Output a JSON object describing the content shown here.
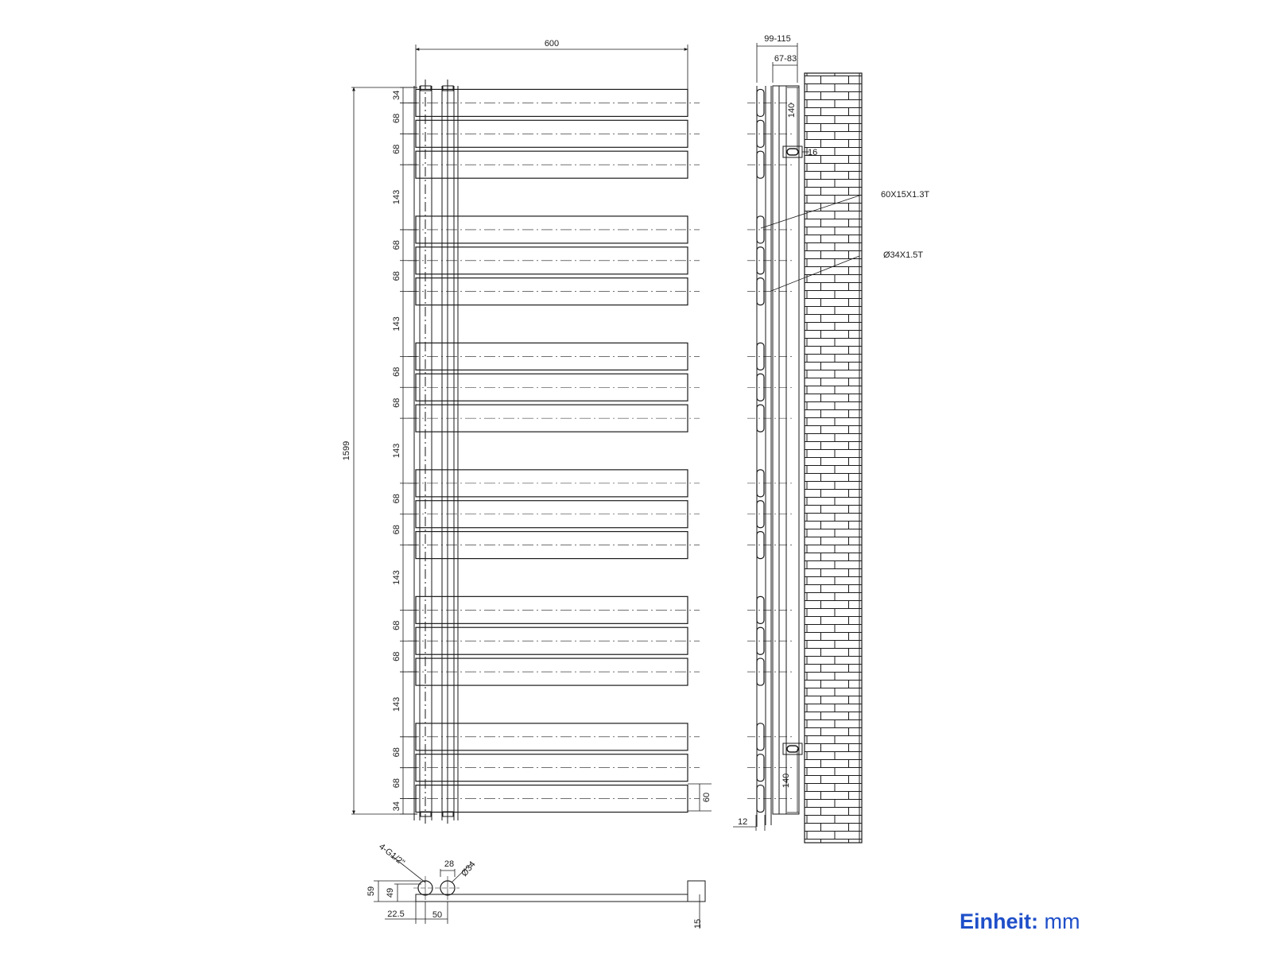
{
  "front_view": {
    "width": "600",
    "height": "1599",
    "spacings": [
      "34",
      "68",
      "68",
      "143",
      "68",
      "68",
      "143",
      "68",
      "68",
      "143",
      "68",
      "68",
      "143",
      "68",
      "68",
      "143",
      "68",
      "68",
      "34"
    ],
    "bar_height": "60"
  },
  "side_view": {
    "depth_total": "99-115",
    "depth_wall": "67-83",
    "bracket_offset_top": "140",
    "bracket_offset_bottom": "140",
    "bracket_size": "16",
    "bar_profile": "60X15X1.3T",
    "tube_profile": "Ø34X1.5T",
    "wall_gap": "12"
  },
  "bottom_view": {
    "connection": "4-G1/2\"",
    "tube_gap": "28",
    "tube_diameter": "Ø34",
    "depth_outer": "59",
    "depth_inner": "49",
    "edge_offset": "22.5",
    "center_distance": "50",
    "bar_thickness": "15"
  },
  "unit": {
    "label": "Einheit:",
    "value": "mm"
  },
  "colors": {
    "line": "#1a1a1a",
    "unit_text": "#1f4fc9"
  }
}
